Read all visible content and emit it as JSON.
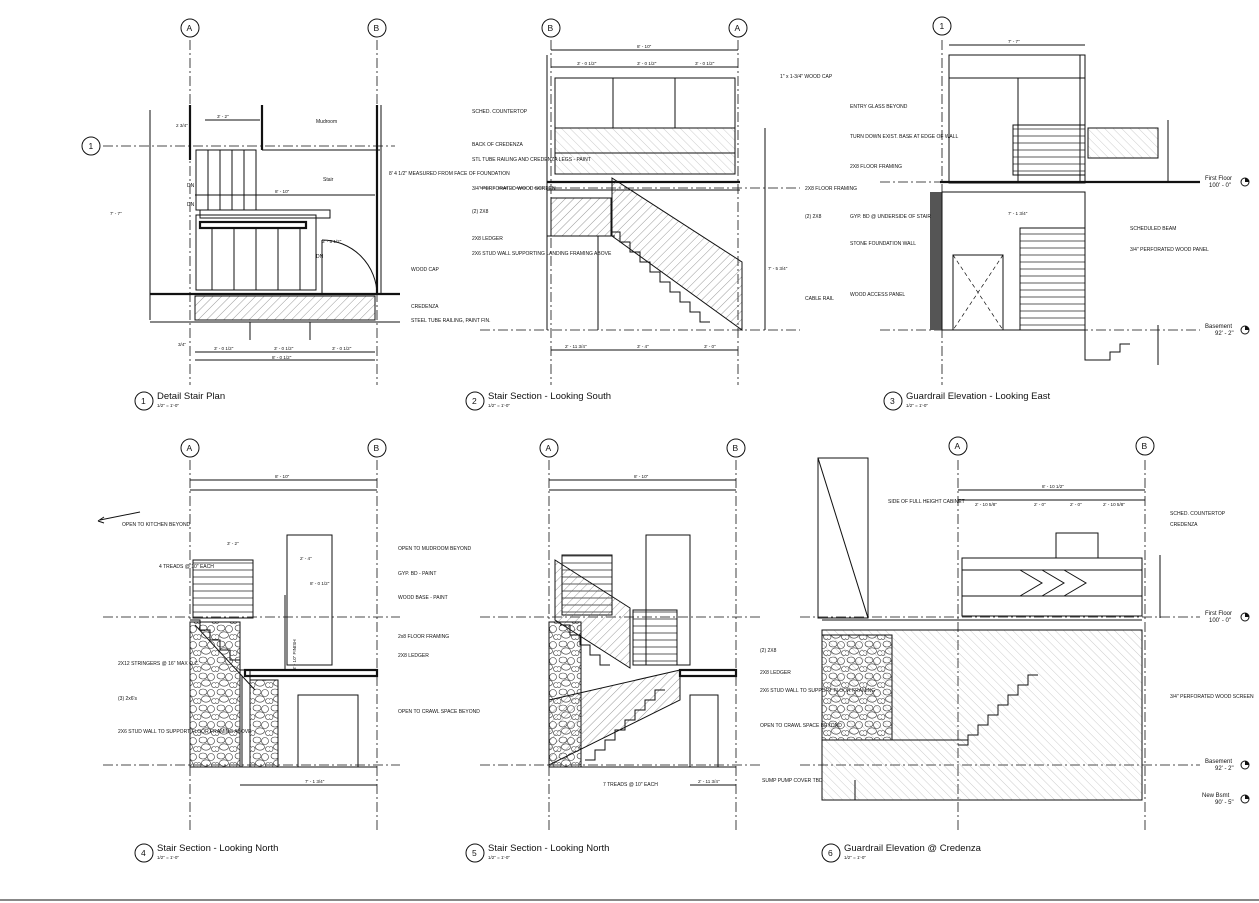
{
  "grid_bubbles": {
    "v1": [
      "A",
      "B"
    ],
    "v2": [
      "B",
      "A"
    ],
    "v3": [
      "1"
    ],
    "v4": [
      "A",
      "B"
    ],
    "v5": [
      "A",
      "B"
    ],
    "v6": [
      "A",
      "B"
    ],
    "plan_row": "1"
  },
  "views": [
    {
      "number": "1",
      "title": "Detail Stair Plan",
      "scale": "1/2\" = 1'-0\""
    },
    {
      "number": "2",
      "title": "Stair Section - Looking South",
      "scale": "1/2\" = 1'-0\""
    },
    {
      "number": "3",
      "title": "Guardrail Elevation - Looking East",
      "scale": "1/2\" = 1'-0\""
    },
    {
      "number": "4",
      "title": "Stair Section - Looking North",
      "scale": "1/2\" = 1'-0\""
    },
    {
      "number": "5",
      "title": "Stair Section - Looking North",
      "scale": "1/2\" = 1'-0\""
    },
    {
      "number": "6",
      "title": "Guardrail Elevation @ Credenza",
      "scale": "1/2\" = 1'-0\""
    }
  ],
  "levels": {
    "first_floor": {
      "name": "First Floor",
      "elev": "100' - 0\""
    },
    "basement": {
      "name": "Basement",
      "elev": "92' - 2\""
    },
    "new_bsmt": {
      "name": "New Bsmt",
      "elev": "90' - 5\""
    }
  },
  "notes_v1": {
    "mudroom": "Mudroom",
    "stair": "Stair",
    "measured": "8' 4 1/2\" MEASURED FROM FACE OF FOUNDATION",
    "wood_cap": "WOOD CAP",
    "credenza": "CREDENZA",
    "railing": "STEEL TUBE RAILING, PAINT FIN.",
    "dn1": "DN",
    "dn2": "DN",
    "dn3": "DN"
  },
  "notes_v2": {
    "wood_cap": "1\" x 1-3/4\" WOOD CAP",
    "countertop": "SCHED. COUNTERTOP",
    "back_credenza": "BACK OF CREDENZA",
    "tube_railing": "STL TUBE RAILING AND CREDENZA LEGS - PAINT",
    "perf_screen": "3/4\" PERFORATED WOOD SCREEN",
    "floor_framing": "2X8 FLOOR FRAMING",
    "two_2x8_l": "(2) 2X8",
    "two_2x8_r": "(2) 2X8",
    "ledger": "2X8 LEDGER",
    "stud_wall": "2X6 STUD WALL SUPPORTING LANDING FRAMING ABOVE",
    "cable_rail": "CABLE RAIL"
  },
  "notes_v3": {
    "entry_glass": "ENTRY GLASS BEYOND",
    "turn_down": "TURN DOWN EXIST. BASE AT EDGE OF WALL",
    "floor_framing": "2X8 FLOOR FRAMING",
    "gyp_bd": "GYP. BD @ UNDERSIDE OF STAIR",
    "foundation": "STONE FOUNDATION WALL",
    "access_panel": "WOOD ACCESS PANEL",
    "beam": "SCHEDULED BEAM",
    "perf_panel": "3/4\" PERFORATED WOOD PANEL"
  },
  "notes_v4": {
    "kitchen": "OPEN TO KITCHEN BEYOND",
    "treads": "4 TREADS @ 10\" EACH",
    "mudroom": "OPEN TO MUDROOM BEYOND",
    "gyp_bd": "GYP. BD - PAINT",
    "wood_base": "WOOD BASE - PAINT",
    "floor_framing": "2x8 FLOOR FRAMING",
    "ledger": "2X8 LEDGER",
    "stringers": "2X12 STRINGERS @ 16\" MAX O.C.",
    "two_2x6": "(3) 2x6's",
    "stud_wall": "2X6 STUD WALL TO SUPPORT FLOOR FRAMING ABOVE",
    "crawl": "OPEN TO CRAWL SPACE BEYOND"
  },
  "notes_v5": {
    "two_2x8": "(2) 2X8",
    "ledger": "2X8 LEDGER",
    "stud_wall": "2X6 STUD WALL TO SUPPORT FLOOR FRAMING",
    "crawl": "OPEN TO CRAWL SPACE BEYOND",
    "treads": "7 TREADS @ 10\" EACH"
  },
  "notes_v6": {
    "cabinet": "SIDE OF FULL HEIGHT CABINET",
    "countertop": "SCHED. COUNTERTOP",
    "credenza": "CREDENZA",
    "perf_screen": "3/4\" PERFORATED WOOD SCREEN",
    "sump": "SUMP PUMP COVER TBD"
  },
  "dims": {
    "v1_top": "3' - 2\"",
    "v1_34": "2 3/4\"",
    "v1_span": "8' - 10\"",
    "v1_side": "7' - 7\"",
    "v1_4_5": "3' - 5 1/2\"",
    "v1_b1": "3' - 0 1/2\"",
    "v1_b2": "3' - 0 1/2\"",
    "v1_b3": "3' - 0 1/2\"",
    "v1_ball": "8' - 0 1/2\"",
    "v1_34b": "3/4\"",
    "v2_top": "8' - 10\"",
    "v2_a": "3' - 0 1/2\"",
    "v2_b": "3' - 0 1/2\"",
    "v2_c": "3' - 0 1/2\"",
    "v2_b1": "2' - 11 3/4\"",
    "v2_b2": "3' - 4\"",
    "v2_b3": "3' - 0\"",
    "v2_h": "7' - 5 3/4\"",
    "v3_top": "7' - 7\"",
    "v3_mid": "7' - 1 3/4\"",
    "v4_top": "8' - 10\"",
    "v4_a": "3' - 2\"",
    "v4_b": "2' - 4\"",
    "v4_c": "8' - 0 1/2\"",
    "v4_bot": "7' - 1 3/4\"",
    "v4_vert": "8' - 10\" FINISH",
    "v5_top": "8' - 10\"",
    "v5_bot": "2' - 11 3/4\"",
    "v6_top": "8' - 10 1/2\"",
    "v6_a": "2' - 10 5/8\"",
    "v6_b": "2' - 0\"",
    "v6_c": "2' - 0\"",
    "v6_d": "2' - 10 5/8\""
  }
}
